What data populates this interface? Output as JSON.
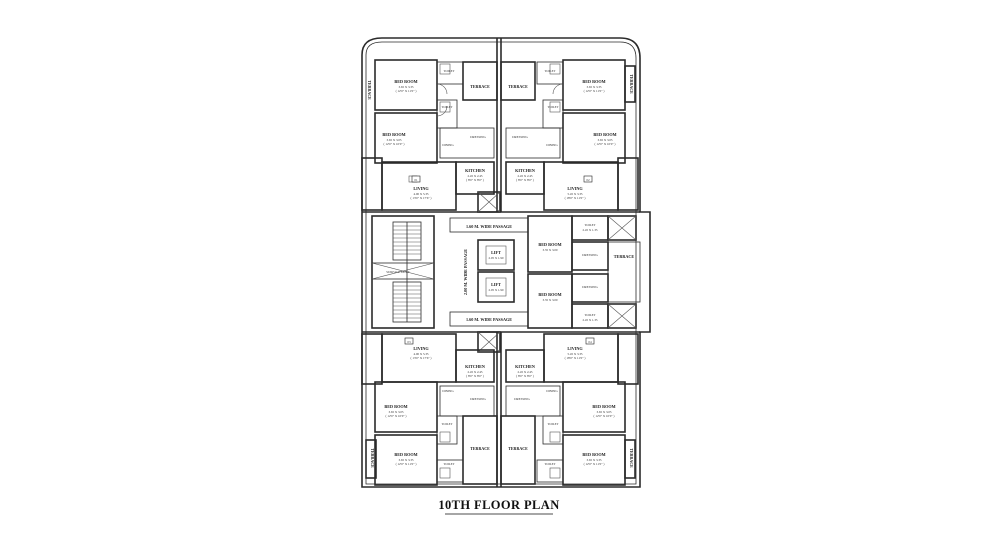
{
  "plan": {
    "title": "10TH FLOOR PLAN",
    "units": {
      "top_left": {
        "unit_no": "01",
        "bed_1": "BED ROOM",
        "bed_1_dim": "3.65 X 3.35",
        "bed_1_ft": "( 12'0\" X 11'0\" )",
        "bed_2": "BED ROOM",
        "bed_2_dim": "3.65 X 3.05",
        "bed_2_ft": "( 12'0\" X 10'0\" )",
        "living": "LIVING",
        "living_dim": "4.00 X 5.35",
        "living_ft": "( 13'0\" X 17'6\" )",
        "kitchen": "KITCHEN",
        "kitchen_dim": "2.45 X 2.45",
        "kitchen_ft": "( 8'0\" X 8'0\" )",
        "dining": "DINING",
        "dressing": "DRESSING",
        "terrace": "TERRACE",
        "toilet": "TOILET"
      },
      "top_right": {
        "unit_no": "02",
        "bed_1": "BED ROOM",
        "bed_1_dim": "3.65 X 3.35",
        "bed_1_ft": "( 12'0\" X 11'0\" )",
        "bed_2": "BED ROOM",
        "bed_2_dim": "3.65 X 3.05",
        "bed_2_ft": "( 12'0\" X 10'0\" )",
        "living": "LIVING",
        "living_dim": "5.45 X 3.35",
        "living_ft": "( 18'0\" X 11'0\" )",
        "kitchen": "KITCHEN",
        "kitchen_dim": "2.45 X 2.45",
        "kitchen_ft": "( 8'0\" X 8'0\" )",
        "dining": "DINING",
        "dressing": "DRESSING",
        "terrace": "TERRACE",
        "toilet": "TOILET"
      },
      "bottom_left": {
        "unit_no": "03",
        "bed_1": "BED ROOM",
        "bed_1_dim": "3.65 X 3.35",
        "bed_1_ft": "( 12'0\" X 11'0\" )",
        "bed_2": "BED ROOM",
        "bed_2_dim": "3.65 X 3.05",
        "bed_2_ft": "( 12'0\" X 10'0\" )",
        "living": "LIVING",
        "living_dim": "4.00 X 5.35",
        "living_ft": "( 13'0\" X 17'6\" )",
        "kitchen": "KITCHEN",
        "kitchen_dim": "2.45 X 2.45",
        "kitchen_ft": "( 8'0\" X 8'0\" )",
        "dining": "DINING",
        "dressing": "DRESSING",
        "terrace": "TERRACE",
        "toilet": "TOILET"
      },
      "bottom_right": {
        "unit_no": "04",
        "bed_1": "BED ROOM",
        "bed_1_dim": "3.65 X 3.35",
        "bed_1_ft": "( 12'0\" X 11'0\" )",
        "bed_2": "BED ROOM",
        "bed_2_dim": "3.65 X 3.05",
        "bed_2_ft": "( 12'0\" X 10'0\" )",
        "living": "LIVING",
        "living_dim": "5.45 X 3.35",
        "living_ft": "( 18'0\" X 11'0\" )",
        "kitchen": "KITCHEN",
        "kitchen_dim": "2.45 X 2.45",
        "kitchen_ft": "( 8'0\" X 8'0\" )",
        "dining": "DINING",
        "dressing": "DRESSING",
        "terrace": "TERRACE",
        "toilet": "TOILET"
      }
    },
    "core": {
      "passage_top": "1.60 M. WIDE PASSAGE",
      "passage_vertical": "2.00 M. WIDE PASSAGE",
      "passage_bottom": "1.60 M. WIDE PASSAGE",
      "lift_1": "LIFT",
      "lift_1_dim": "2.05 X 1.90",
      "lift_2": "LIFT",
      "lift_2_dim": "2.05 X 1.90",
      "stair": "SURFACE DUCT",
      "east_bed_1": "BED ROOM",
      "east_bed_1_dim": "3.35 X 3.00",
      "east_bed_2": "BED ROOM",
      "east_bed_2_dim": "3.35 X 3.00",
      "east_terrace": "TERRACE",
      "east_toilet": "TOILET",
      "east_toilet_dim": "2.45 X 1.35"
    }
  }
}
